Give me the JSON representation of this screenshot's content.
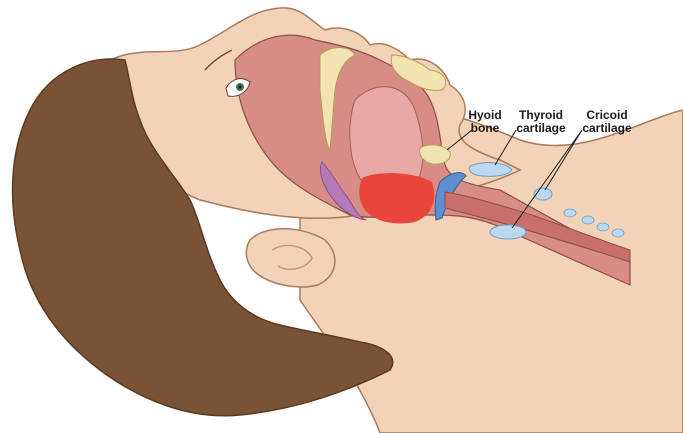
{
  "labels": {
    "hyoid": "Hyoid\nbone",
    "thyroid": "Thyroid\ncartilage",
    "cricoid": "Cricoid\ncartilage"
  },
  "colors": {
    "skin": "#f3d3b8",
    "skin_shadow": "#e2b799",
    "hair": "#7a5236",
    "hair_dark": "#5b3a22",
    "oral_cavity": "#d88c86",
    "pharynx": "#c96f6c",
    "tongue": "#e7a9a6",
    "bone": "#f2e3b0",
    "cartilage": "#bcd8ee",
    "cartilage_outline": "#6f9cc6",
    "epiglottis_red": "#e9453c",
    "soft_palate_purple": "#b778b7",
    "outline": "#6b4632"
  },
  "icons": [
    "eye-icon",
    "ear-icon"
  ]
}
